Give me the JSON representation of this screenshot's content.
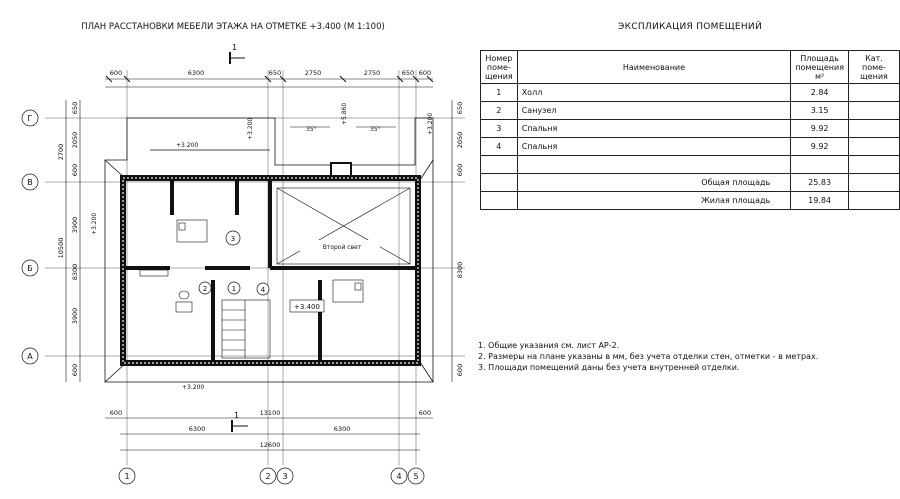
{
  "plan_title": "ПЛАН РАССТАНОВКИ МЕБЕЛИ ЭТАЖА НА ОТМЕТКЕ +3.400 (М 1:100)",
  "section_mark": "1",
  "axes": {
    "letters": [
      "Г",
      "В",
      "Б",
      "А"
    ],
    "numbers": [
      "1",
      "2",
      "3",
      "4",
      "5"
    ]
  },
  "top_dims": [
    "600",
    "6300",
    "650",
    "2750",
    "2750",
    "650",
    "600"
  ],
  "bottom_dims": {
    "row1": [
      "600",
      "13100",
      "600"
    ],
    "row2": [
      "6300",
      "6300"
    ],
    "total": "12600"
  },
  "left_dims": {
    "outer": [
      "2700",
      "10500"
    ],
    "inner": [
      "650",
      "2050",
      "600",
      "3900",
      "8300",
      "3900",
      "600"
    ]
  },
  "right_dims": [
    "650",
    "2050",
    "600",
    "8300",
    "600"
  ],
  "levels": [
    "+3.200",
    "+3.200",
    "+3.200",
    "+5.860",
    "+3.200",
    "+3.200",
    "+3.400"
  ],
  "slopes": [
    "35°",
    "35°"
  ],
  "room_markers": [
    "1",
    "2",
    "3",
    "4"
  ],
  "second_light_label": "Второй свет",
  "explication": {
    "title": "ЭКСПЛИКАЦИЯ ПОМЕЩЕНИЙ",
    "headers": {
      "number": [
        "Номер",
        "поме-",
        "щения"
      ],
      "name": "Наименование",
      "area": [
        "Площадь",
        "помещения",
        "м²"
      ],
      "category": [
        "Кат.",
        "поме-",
        "щения"
      ]
    },
    "rows": [
      {
        "num": "1",
        "name": "Холл",
        "area": "2.84"
      },
      {
        "num": "2",
        "name": "Санузел",
        "area": "3.15"
      },
      {
        "num": "3",
        "name": "Спальня",
        "area": "9.92"
      },
      {
        "num": "4",
        "name": "Спальня",
        "area": "9.92"
      }
    ],
    "total_label": "Общая площадь",
    "total_value": "25.83",
    "living_label": "Жилая площадь",
    "living_value": "19.84"
  },
  "notes": [
    "1. Общие указания см. лист АР-2.",
    "2. Размеры на плане указаны в мм, без учета отделки стен, отметки - в метрах.",
    "3. Площади помещений даны без учета внутренней отделки."
  ]
}
